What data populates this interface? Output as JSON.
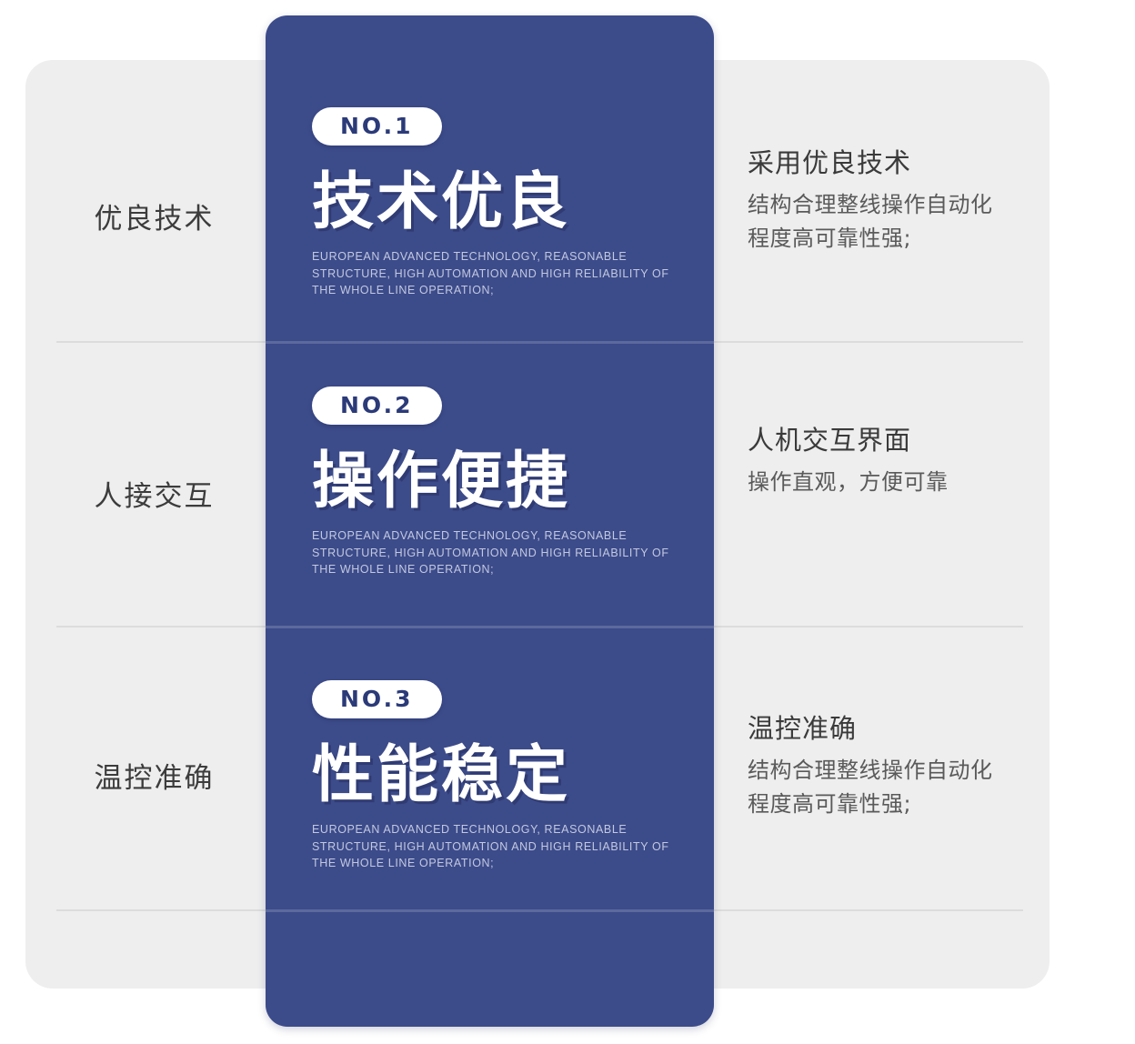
{
  "theme": {
    "brand_blue": "#3c4b8a",
    "badge_text_color": "#2b3a78",
    "panel_grey": "#eeeeee",
    "separator_grey": "#dcdcdc",
    "page_background": "#ffffff",
    "headline_color": "#ffffff",
    "subtext_color": "#c3c9e0"
  },
  "rows": [
    {
      "left_label": "优良技术",
      "badge": "NO.1",
      "headline": "技术优良",
      "subtext": "EUROPEAN ADVANCED TECHNOLOGY, REASONABLE STRUCTURE, HIGH AUTOMATION AND HIGH RELIABILITY OF THE WHOLE LINE OPERATION;",
      "right_title": "采用优良技术",
      "right_desc_lines": [
        "结构合理整线操作自动化",
        "程度高可靠性强;"
      ]
    },
    {
      "left_label": "人接交互",
      "badge": "NO.2",
      "headline": "操作便捷",
      "subtext": "EUROPEAN ADVANCED TECHNOLOGY, REASONABLE STRUCTURE, HIGH AUTOMATION AND HIGH RELIABILITY OF THE WHOLE LINE OPERATION;",
      "right_title": "人机交互界面",
      "right_desc_lines": [
        "操作直观，方便可靠"
      ]
    },
    {
      "left_label": "温控准确",
      "badge": "NO.3",
      "headline": "性能稳定",
      "subtext": "EUROPEAN ADVANCED TECHNOLOGY, REASONABLE STRUCTURE, HIGH AUTOMATION AND HIGH RELIABILITY OF THE WHOLE LINE OPERATION;",
      "right_title": "温控准确",
      "right_desc_lines": [
        "结构合理整线操作自动化",
        "程度高可靠性强;"
      ]
    }
  ]
}
